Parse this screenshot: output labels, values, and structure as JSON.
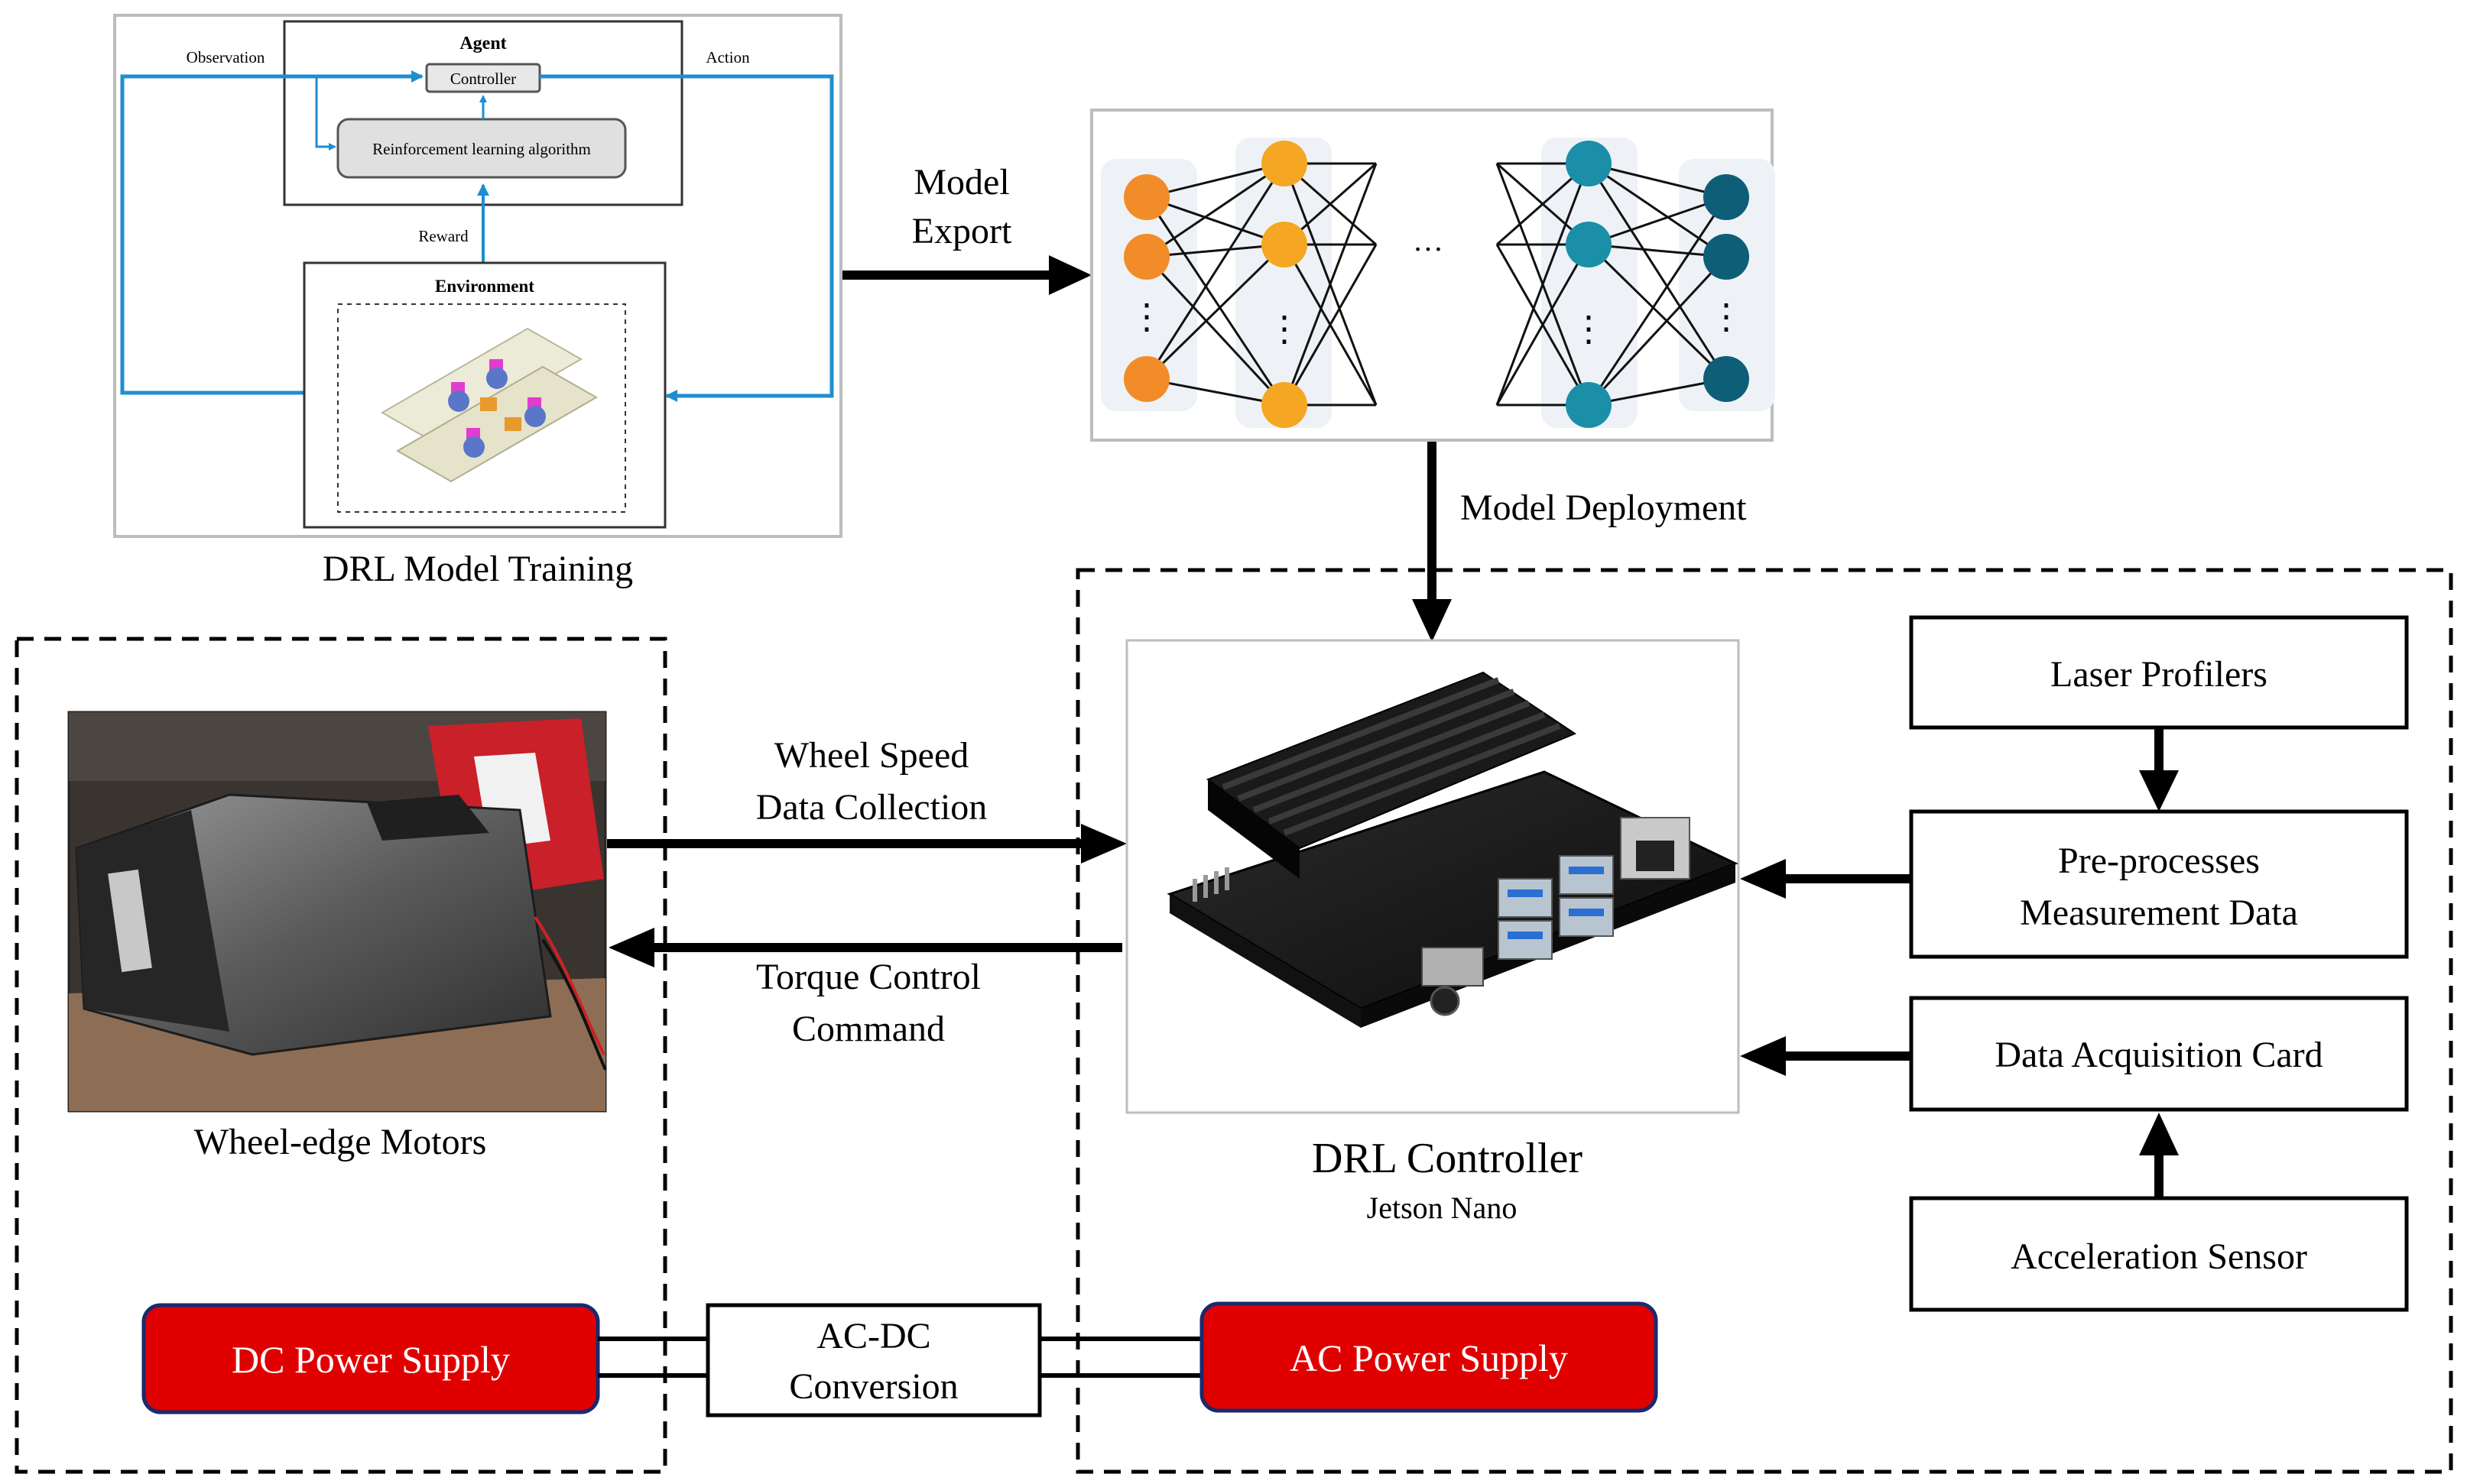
{
  "training": {
    "agent_title": "Agent",
    "controller_label": "Controller",
    "rl_algorithm_label": "Reinforcement learning algorithm",
    "observation_label": "Observation",
    "action_label": "Action",
    "reward_label": "Reward",
    "environment_title": "Environment",
    "caption": "DRL Model Training"
  },
  "export_label_line1": "Model",
  "export_label_line2": "Export",
  "network": {
    "ellipsis": "…",
    "vertical_ellipsis": "⋮"
  },
  "deployment_label": "Model Deployment",
  "controller": {
    "caption": "DRL Controller",
    "subcaption": "Jetson Nano"
  },
  "sensors": {
    "laser_profilers": "Laser Profilers",
    "preprocess_line1": "Pre-processes",
    "preprocess_line2": "Measurement Data",
    "daq_card": "Data Acquisition Card",
    "acceleration_sensor": "Acceleration Sensor"
  },
  "motor": {
    "caption": "Wheel-edge Motors"
  },
  "links": {
    "speed_line1": "Wheel Speed",
    "speed_line2": "Data Collection",
    "torque_line1": "Torque Control",
    "torque_line2": "Command"
  },
  "power": {
    "dc_supply": "DC Power Supply",
    "acdc_line1": "AC-DC",
    "acdc_line2": "Conversion",
    "ac_supply": "AC Power Supply"
  },
  "colors": {
    "feedback_blue": "#1f8ed0",
    "supply_red": "#e00000",
    "node_orange_1": "#f28c28",
    "node_orange_2": "#f5a623",
    "node_teal_1": "#1b8fa8",
    "node_teal_2": "#0f5e78",
    "arrow_black": "#000000"
  }
}
